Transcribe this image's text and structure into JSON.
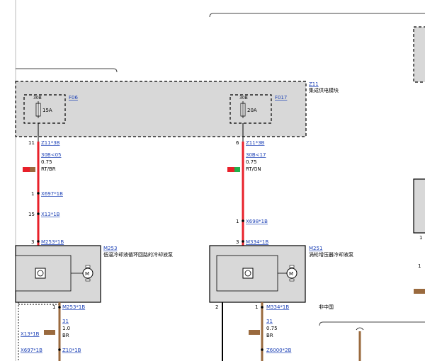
{
  "module": {
    "id": "Z11",
    "name": "集成供电模块",
    "fuses": [
      {
        "id": "F06",
        "pin_label": "30B",
        "rating": "15A"
      },
      {
        "id": "F017",
        "pin_label": "30B",
        "rating": "20A"
      }
    ]
  },
  "left_path": {
    "pin_top": "11",
    "connector_top": "Z11*3B",
    "wire_code": "30B<05",
    "gauge": "0.75",
    "color_code": "RT/BR",
    "c1_pin": "1",
    "c1": "X697*1B",
    "c2_pin": "15",
    "c2": "X13*1B",
    "c3_pin": "3",
    "c3": "M253*1B",
    "component_id": "M253",
    "component_name": "低温冷却液循环回路的冷却液泵",
    "out_pin": "1",
    "out_connector": "M253*1B",
    "ground_code": "31",
    "ground_gauge": "1.0",
    "ground_color": "BR",
    "side1": "X13*1B",
    "side2": "X697*1B",
    "ground_connector": "Z10*1B"
  },
  "right_path": {
    "pin_top": "6",
    "connector_top": "Z11*3B",
    "wire_code": "30B<17",
    "gauge": "0.75",
    "color_code": "RT/GN",
    "c1_pin": "1",
    "c1": "X698*1B",
    "c3_pin": "3",
    "c3": "M334*1B",
    "component_id": "M251",
    "component_name": "涡轮增压器冷却液泵",
    "out_pin_a": "2",
    "out_pin_b": "1",
    "out_connector": "M334*1B",
    "ground_code": "31",
    "ground_gauge": "0.75",
    "ground_color": "BR",
    "ground_connector": "Z6000*2B"
  },
  "note": "非中国",
  "edge_pin": "1",
  "edge_pin2": "1",
  "colors": {
    "red": "#e8202a",
    "brown": "#9a6a3e",
    "green": "#22b04b",
    "box_gray": "#d8d8d8",
    "link_blue": "#1a3fb5"
  }
}
